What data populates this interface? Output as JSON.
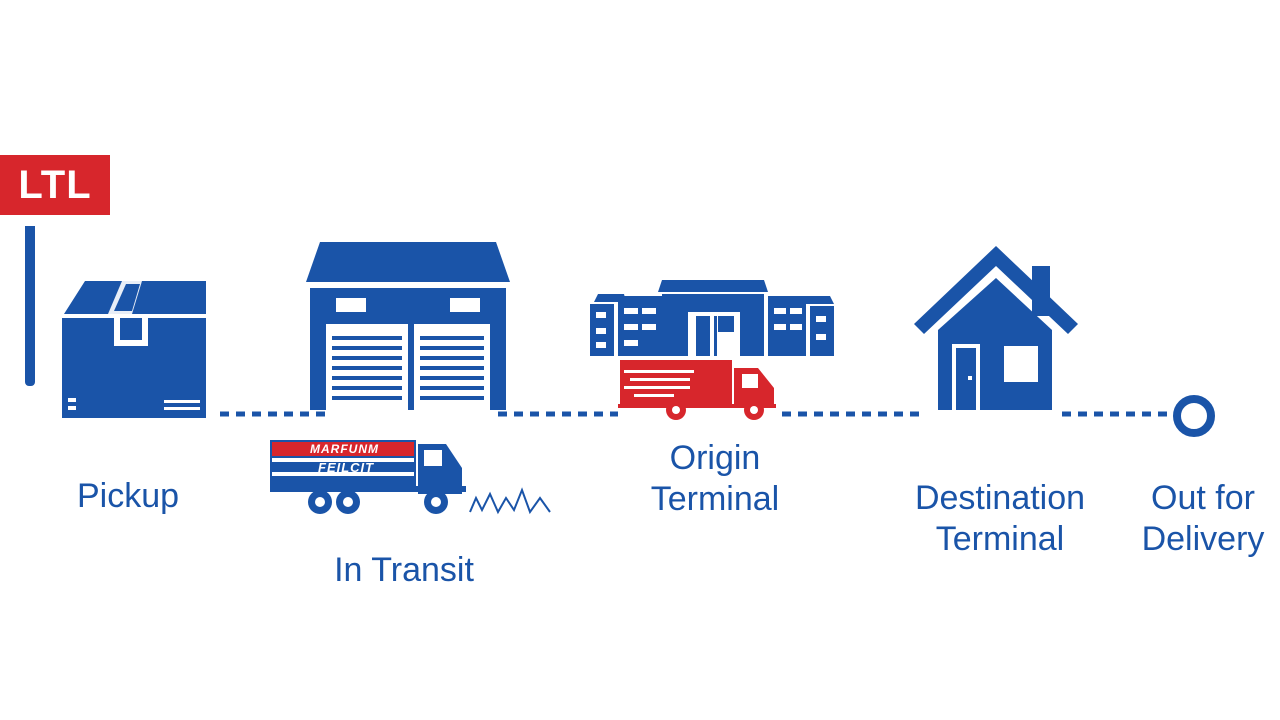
{
  "colors": {
    "blue": "#1a54a8",
    "red": "#d7262c",
    "background": "#ffffff"
  },
  "badge": {
    "text": "LTL"
  },
  "stages": [
    {
      "icon": "box-icon",
      "label": [
        "Pickup"
      ]
    },
    {
      "icon": "warehouse-icon",
      "label": [
        "In Transit"
      ]
    },
    {
      "icon": "terminal-building-icon",
      "label": [
        "Origin",
        "Terminal"
      ]
    },
    {
      "icon": "house-icon",
      "label": [
        "Destination",
        "Terminal"
      ]
    },
    {
      "icon": "end-circle-icon",
      "label": [
        "Out for",
        "Delivery"
      ]
    }
  ],
  "truck_sign": {
    "line1": "MARFUNM",
    "line2": "FEILCIT"
  }
}
